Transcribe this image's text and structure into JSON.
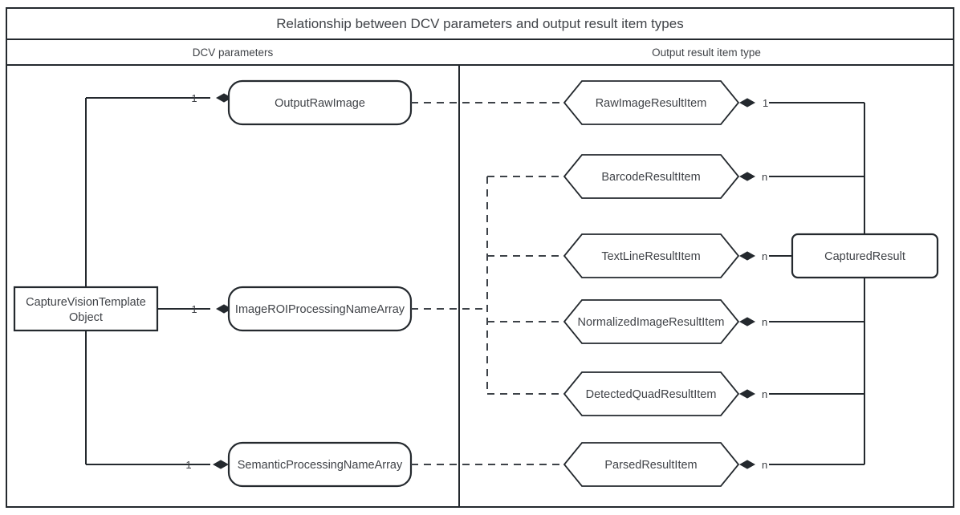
{
  "diagram": {
    "title": "Relationship between DCV parameters and output result item types",
    "columns": [
      {
        "id": "dcv-parameters",
        "label": "DCV parameters"
      },
      {
        "id": "output-result-item-type",
        "label": "Output result item type"
      }
    ],
    "nodes": {
      "template_object": {
        "label": "CaptureVisionTemplate\nObject",
        "line1": "CaptureVisionTemplate",
        "line2": "Object",
        "shape": "rect"
      },
      "parameters": [
        {
          "id": "output-raw-image",
          "label": "OutputRawImage",
          "shape": "rounded-rect",
          "cardinality": "1"
        },
        {
          "id": "image-roi-processing-name-array",
          "label": "ImageROIProcessingNameArray",
          "shape": "rounded-rect",
          "cardinality": "1"
        },
        {
          "id": "semantic-processing-name-array",
          "label": "SemanticProcessingNameArray",
          "shape": "rounded-rect",
          "cardinality": "1"
        }
      ],
      "result_items": [
        {
          "id": "raw-image-result-item",
          "label": "RawImageResultItem",
          "shape": "hexagon",
          "cardinality": "1"
        },
        {
          "id": "barcode-result-item",
          "label": "BarcodeResultItem",
          "shape": "hexagon",
          "cardinality": "n"
        },
        {
          "id": "text-line-result-item",
          "label": "TextLineResultItem",
          "shape": "hexagon",
          "cardinality": "n"
        },
        {
          "id": "normalized-image-result-item",
          "label": "NormalizedImageResultItem",
          "shape": "hexagon",
          "cardinality": "n"
        },
        {
          "id": "detected-quad-result-item",
          "label": "DetectedQuadResultItem",
          "shape": "hexagon",
          "cardinality": "n"
        },
        {
          "id": "parsed-result-item",
          "label": "ParsedResultItem",
          "shape": "hexagon",
          "cardinality": "n"
        }
      ],
      "captured_result": {
        "id": "captured-result",
        "label": "CapturedResult",
        "shape": "rounded-rect"
      }
    },
    "colors": {
      "stroke": "#24292e",
      "text": "#404348",
      "background": "#ffffff",
      "dashed_stroke": "#3d4248"
    }
  }
}
